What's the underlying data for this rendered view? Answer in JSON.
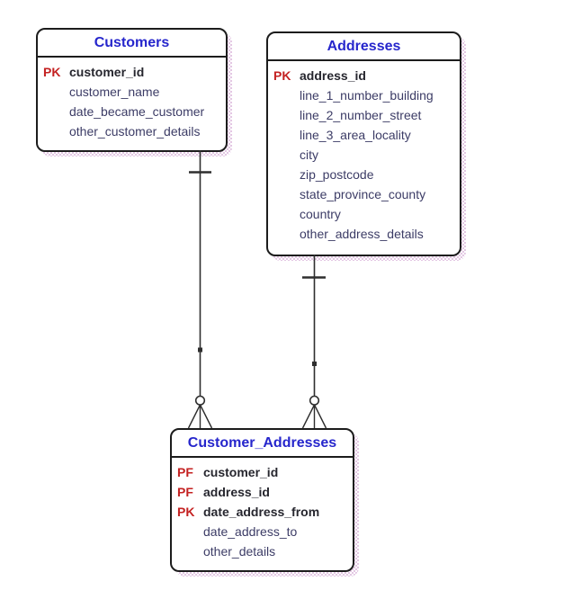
{
  "colors": {
    "title_text": "#2626cc",
    "key_label": "#c42222",
    "key_attribute": "#26262e",
    "attribute": "#3c3c66",
    "border": "#1c1c1c",
    "line": "#2e2e2e",
    "shadow": "#e3c7e3"
  },
  "entities": {
    "customers": {
      "title": "Customers",
      "rows": [
        {
          "key": "PK",
          "name": "customer_id"
        },
        {
          "key": "",
          "name": "customer_name"
        },
        {
          "key": "",
          "name": "date_became_customer"
        },
        {
          "key": "",
          "name": "other_customer_details"
        }
      ]
    },
    "addresses": {
      "title": "Addresses",
      "rows": [
        {
          "key": "PK",
          "name": "address_id"
        },
        {
          "key": "",
          "name": "line_1_number_building"
        },
        {
          "key": "",
          "name": "line_2_number_street"
        },
        {
          "key": "",
          "name": "line_3_area_locality"
        },
        {
          "key": "",
          "name": "city"
        },
        {
          "key": "",
          "name": "zip_postcode"
        },
        {
          "key": "",
          "name": "state_province_county"
        },
        {
          "key": "",
          "name": "country"
        },
        {
          "key": "",
          "name": "other_address_details"
        }
      ]
    },
    "customer_addresses": {
      "title": "Customer_Addresses",
      "rows": [
        {
          "key": "PF",
          "name": "customer_id"
        },
        {
          "key": "PF",
          "name": "address_id"
        },
        {
          "key": "PK",
          "name": "date_address_from"
        },
        {
          "key": "",
          "name": "date_address_to"
        },
        {
          "key": "",
          "name": "other_details"
        }
      ]
    }
  },
  "relationships": [
    {
      "from": "Customers",
      "to": "Customer_Addresses",
      "from_cardinality": "one",
      "to_cardinality": "zero or many"
    },
    {
      "from": "Addresses",
      "to": "Customer_Addresses",
      "from_cardinality": "one",
      "to_cardinality": "zero or many"
    }
  ]
}
